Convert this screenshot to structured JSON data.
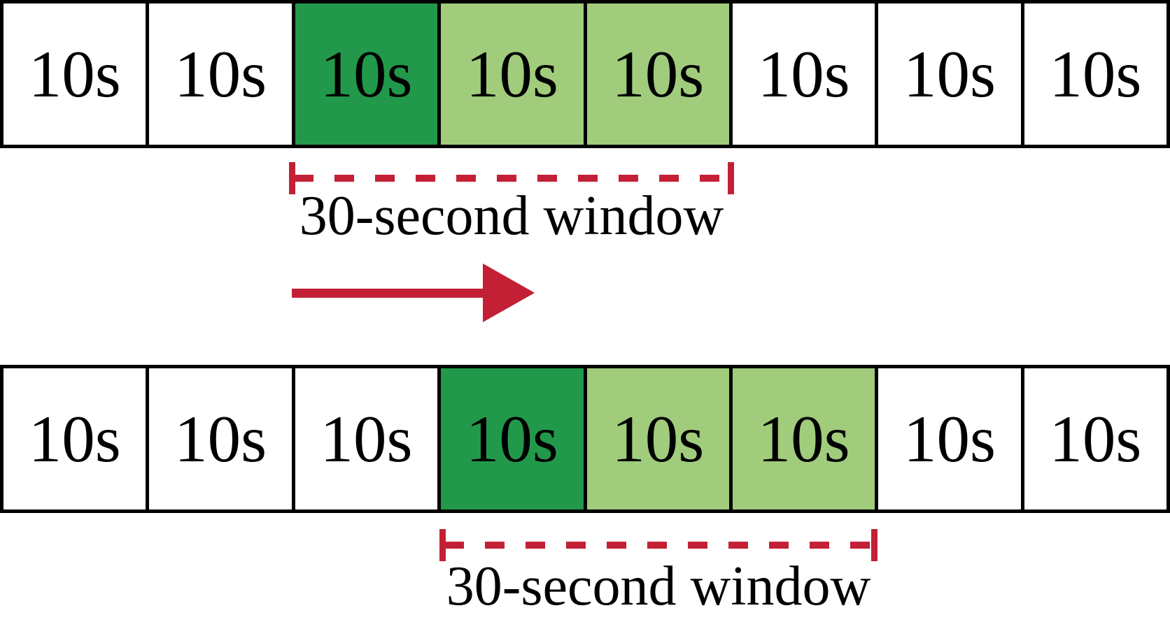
{
  "colors": {
    "dark_green": "#22994A",
    "light_green": "#A0CC7C",
    "red": "#C32035",
    "border_black": "#000000"
  },
  "rows": [
    {
      "id": "top",
      "cells": [
        {
          "label": "10s",
          "state": "plain"
        },
        {
          "label": "10s",
          "state": "plain"
        },
        {
          "label": "10s",
          "state": "window-start"
        },
        {
          "label": "10s",
          "state": "window"
        },
        {
          "label": "10s",
          "state": "window"
        },
        {
          "label": "10s",
          "state": "plain"
        },
        {
          "label": "10s",
          "state": "plain"
        },
        {
          "label": "10s",
          "state": "plain"
        }
      ]
    },
    {
      "id": "bottom",
      "cells": [
        {
          "label": "10s",
          "state": "plain"
        },
        {
          "label": "10s",
          "state": "plain"
        },
        {
          "label": "10s",
          "state": "plain"
        },
        {
          "label": "10s",
          "state": "window-start"
        },
        {
          "label": "10s",
          "state": "window"
        },
        {
          "label": "10s",
          "state": "window"
        },
        {
          "label": "10s",
          "state": "plain"
        },
        {
          "label": "10s",
          "state": "plain"
        }
      ]
    }
  ],
  "windows": [
    {
      "position": "top",
      "label": "30-second window"
    },
    {
      "position": "bottom",
      "label": "30-second window"
    }
  ],
  "arrow": {
    "direction": "right"
  }
}
